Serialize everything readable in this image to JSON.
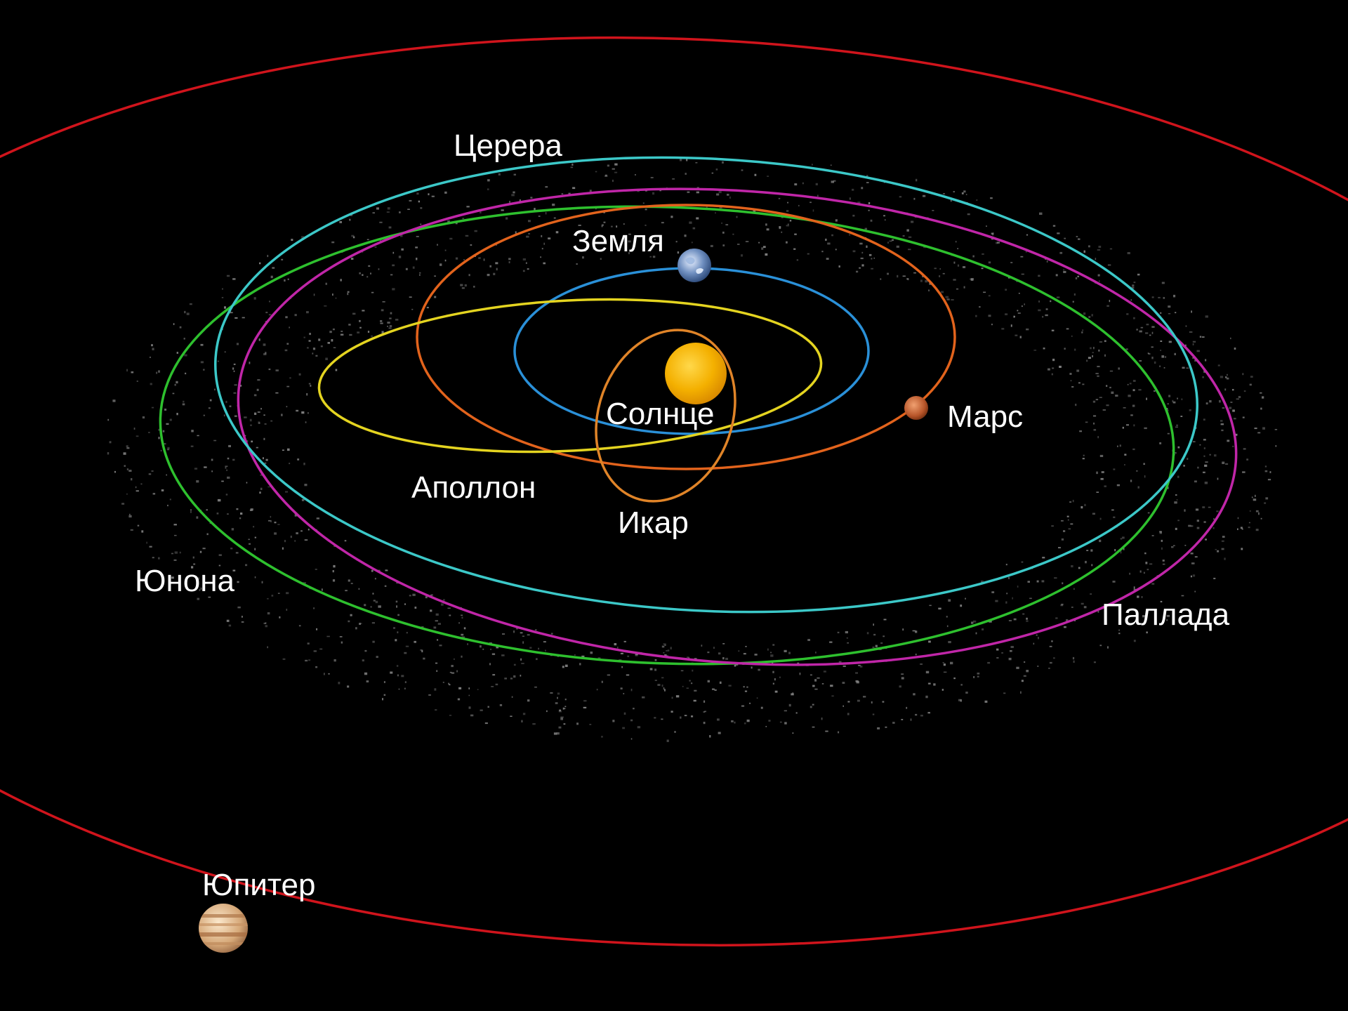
{
  "labels": {
    "ceres": "Церера",
    "earth": "Земля",
    "sun": "Солнце",
    "mars": "Марс",
    "apollo": "Аполлон",
    "icarus": "Икар",
    "juno": "Юнона",
    "pallas": "Паллада",
    "jupiter": "Юпитер"
  },
  "colors": {
    "background": "#000000",
    "jupiter_orbit": "#d0141c",
    "ceres_orbit": "#3cc8c8",
    "pallas_orbit": "#c026a8",
    "juno_orbit": "#2ec02e",
    "mars_orbit": "#e2631c",
    "earth_orbit": "#2a90d8",
    "apollo_orbit": "#e4d420",
    "icarus_orbit": "#e08428",
    "sun": "#f2a900",
    "asteroid_belt": "#8a8a8a"
  },
  "icons": {
    "sun": "sun-icon",
    "earth": "earth-icon",
    "mars": "mars-icon",
    "jupiter": "jupiter-icon"
  }
}
